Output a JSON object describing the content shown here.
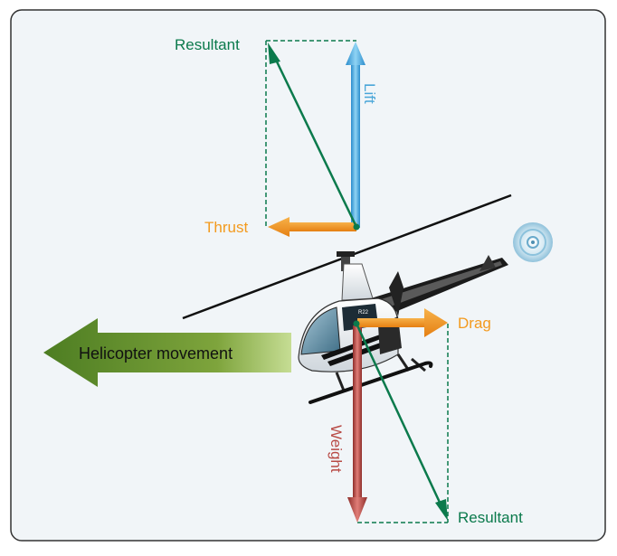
{
  "labels": {
    "resultant_top": "Resultant",
    "lift": "Lift",
    "thrust": "Thrust",
    "drag": "Drag",
    "weight": "Weight",
    "resultant_bottom": "Resultant",
    "movement": "Helicopter movement",
    "tail_number": "R22"
  },
  "colors": {
    "background": "#f1f5f8",
    "border": "#333333",
    "lift": "#4aa6d8",
    "thrust_drag": "#f39a1e",
    "weight": "#b84a45",
    "resultant": "#0b7a4c",
    "movement_arrow": "#5f8f2e",
    "text_dark": "#111111"
  }
}
